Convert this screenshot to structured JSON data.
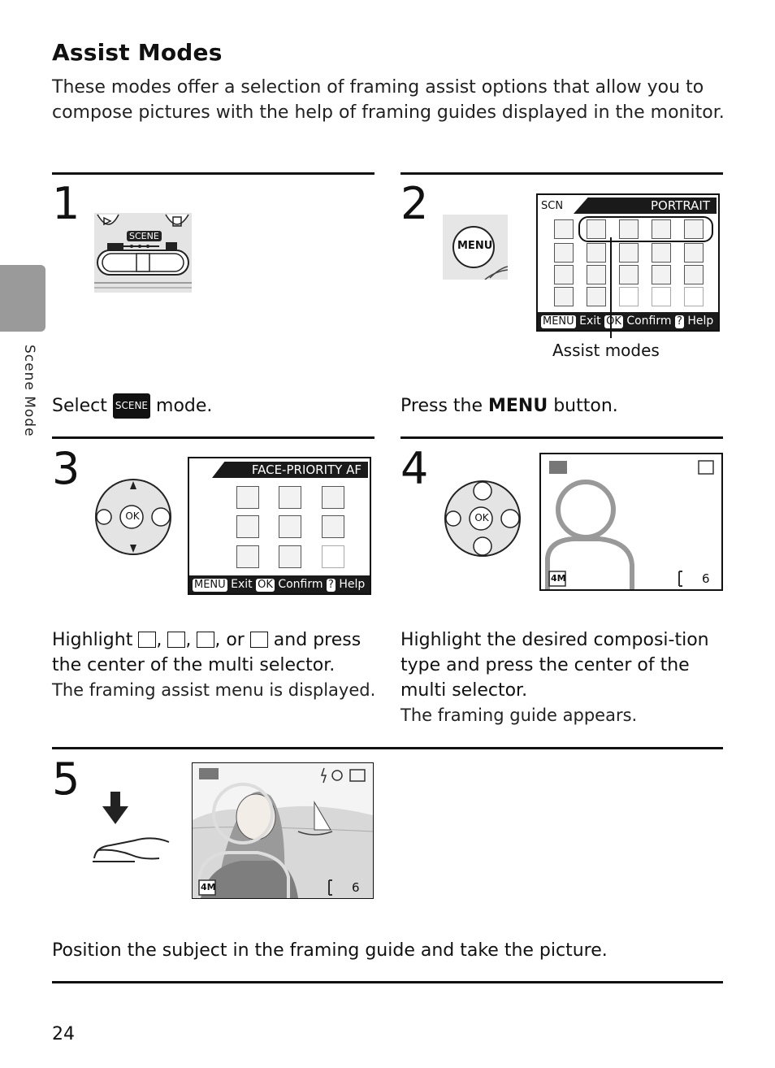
{
  "title": "Assist Modes",
  "intro": "These modes offer a selection of framing assist options that allow you to compose pictures with the help of framing guides displayed in the monitor.",
  "side_tab": "Scene Mode",
  "page_number": "24",
  "steps": [
    {
      "num": "1",
      "caption_pre": "Select ",
      "caption_icon": "SCENE",
      "caption_post": " mode."
    },
    {
      "num": "2",
      "caption_pre": "Press the ",
      "caption_bold": "MENU",
      "caption_post": " button.",
      "callout": "Assist modes"
    },
    {
      "num": "3",
      "caption_pre": "Highlight ",
      "caption_sep1": ", ",
      "caption_sep2": ", ",
      "caption_sep3": ", or ",
      "caption_mid": " and press the center of the multi selector.",
      "sub": "The framing assist menu is displayed."
    },
    {
      "num": "4",
      "caption": "Highlight the desired composi-tion type and press the center of the multi selector.",
      "sub": "The framing guide appears."
    },
    {
      "num": "5",
      "caption": "Position the subject in the framing guide and take the picture."
    }
  ],
  "camera_top": {
    "scene_label": "SCENE"
  },
  "menu_button": {
    "label": "MENU"
  },
  "lcd_portrait": {
    "mode": "SCN",
    "title": "PORTRAIT",
    "foot_menu": "MENU",
    "foot_exit": "Exit",
    "foot_ok": "OK",
    "foot_confirm": "Confirm",
    "foot_help_key": "?",
    "foot_help": "Help"
  },
  "lcd_face": {
    "title": "FACE-PRIORITY AF",
    "foot_menu": "MENU",
    "foot_exit": "Exit",
    "foot_ok": "OK",
    "foot_confirm": "Confirm",
    "foot_help_key": "?",
    "foot_help": "Help"
  },
  "lcd_guide": {
    "size": "4M",
    "count": "6"
  },
  "lcd_photo": {
    "size": "4M",
    "count": "6"
  },
  "selector": {
    "center": "OK"
  }
}
